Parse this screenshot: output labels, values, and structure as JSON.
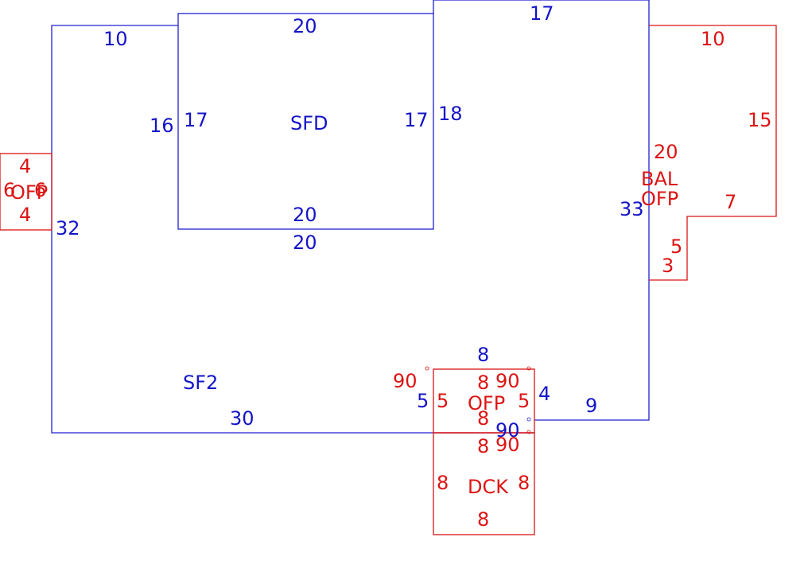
{
  "colors": {
    "main": "#1414c8",
    "addon": "#dc1414"
  },
  "areas": {
    "sfd": "SFD",
    "sf2": "SF2",
    "bal": "BAL",
    "ofp_right": "OFP",
    "ofp_left": "OFP",
    "ofp_bottom": "OFP",
    "dck": "DCK"
  },
  "dims": {
    "main_top_left": "10",
    "main_top_mid": "20",
    "main_top_right": "17",
    "main_left_upper": "16",
    "main_left_lower": "32",
    "main_right": "33",
    "main_bottom_left": "30",
    "main_bottom_right": "9",
    "main_step": "4",
    "main_step_top": "8",
    "main_step_left": "5",
    "sfd_top": "20",
    "sfd_left": "17",
    "sfd_right": "17",
    "sfd_bottom": "20",
    "sfd_bottom_outer": "20",
    "sfd_right_outer": "18",
    "left_ofp_top": "4",
    "left_ofp_bottom": "4",
    "left_ofp_left": "6",
    "left_ofp_right": "6",
    "right_top": "10",
    "right_side": "15",
    "right_mid": "20",
    "right_step": "7",
    "right_lower": "5",
    "right_bottom": "3",
    "ofp_top": "8",
    "ofp_bottom": "8",
    "ofp_left": "5",
    "ofp_right": "5",
    "ofp_angle_tl": "90",
    "ofp_angle_tr": "90",
    "ofp_angle_br": "90",
    "dck_top": "8",
    "dck_bottom": "8",
    "dck_left": "8",
    "dck_right": "8",
    "dck_angle": "90"
  }
}
